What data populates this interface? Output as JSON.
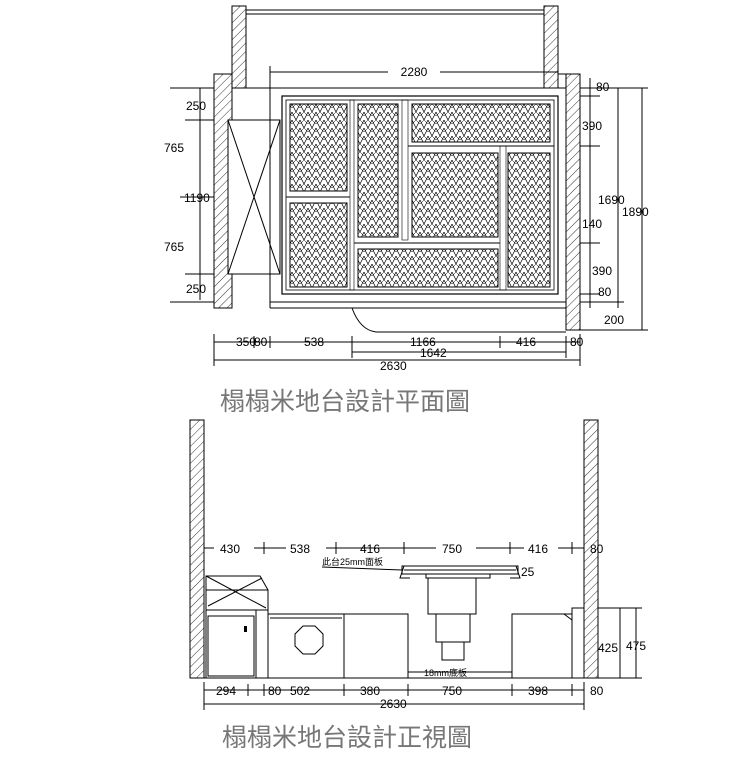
{
  "plan": {
    "title": "榻榻米地台設計平面圖",
    "top": {
      "width": "2280"
    },
    "bottom": {
      "d350": "350",
      "d80a": "80",
      "d538": "538",
      "d1166": "1166",
      "d416": "416",
      "d80b": "80",
      "d1642": "1642",
      "d2630": "2630"
    },
    "left": {
      "d250a": "250",
      "d765a": "765",
      "d1190": "1190",
      "d765b": "765",
      "d250b": "250"
    },
    "right": {
      "d80a": "80",
      "d390a": "390",
      "d1690": "1690",
      "d140": "140",
      "d1890": "1890",
      "d390b": "390",
      "d80b": "80",
      "d200": "200"
    }
  },
  "elevation": {
    "title": "榻榻米地台設計正視圖",
    "top": {
      "d430": "430",
      "d538": "538",
      "d416a": "416",
      "d750": "750",
      "d416b": "416",
      "d80": "80"
    },
    "note_panel": "此台25mm面板",
    "d25": "25",
    "note_base": "18mm底板",
    "right": {
      "d425": "425",
      "d475": "475"
    },
    "bottom": {
      "d294": "294",
      "d80a": "80",
      "d502": "502",
      "d380": "380",
      "d750": "750",
      "d398": "398",
      "d80b": "80",
      "d2630": "2630"
    }
  },
  "colors": {
    "line": "#000000",
    "title": "#777777",
    "background": "#ffffff"
  }
}
